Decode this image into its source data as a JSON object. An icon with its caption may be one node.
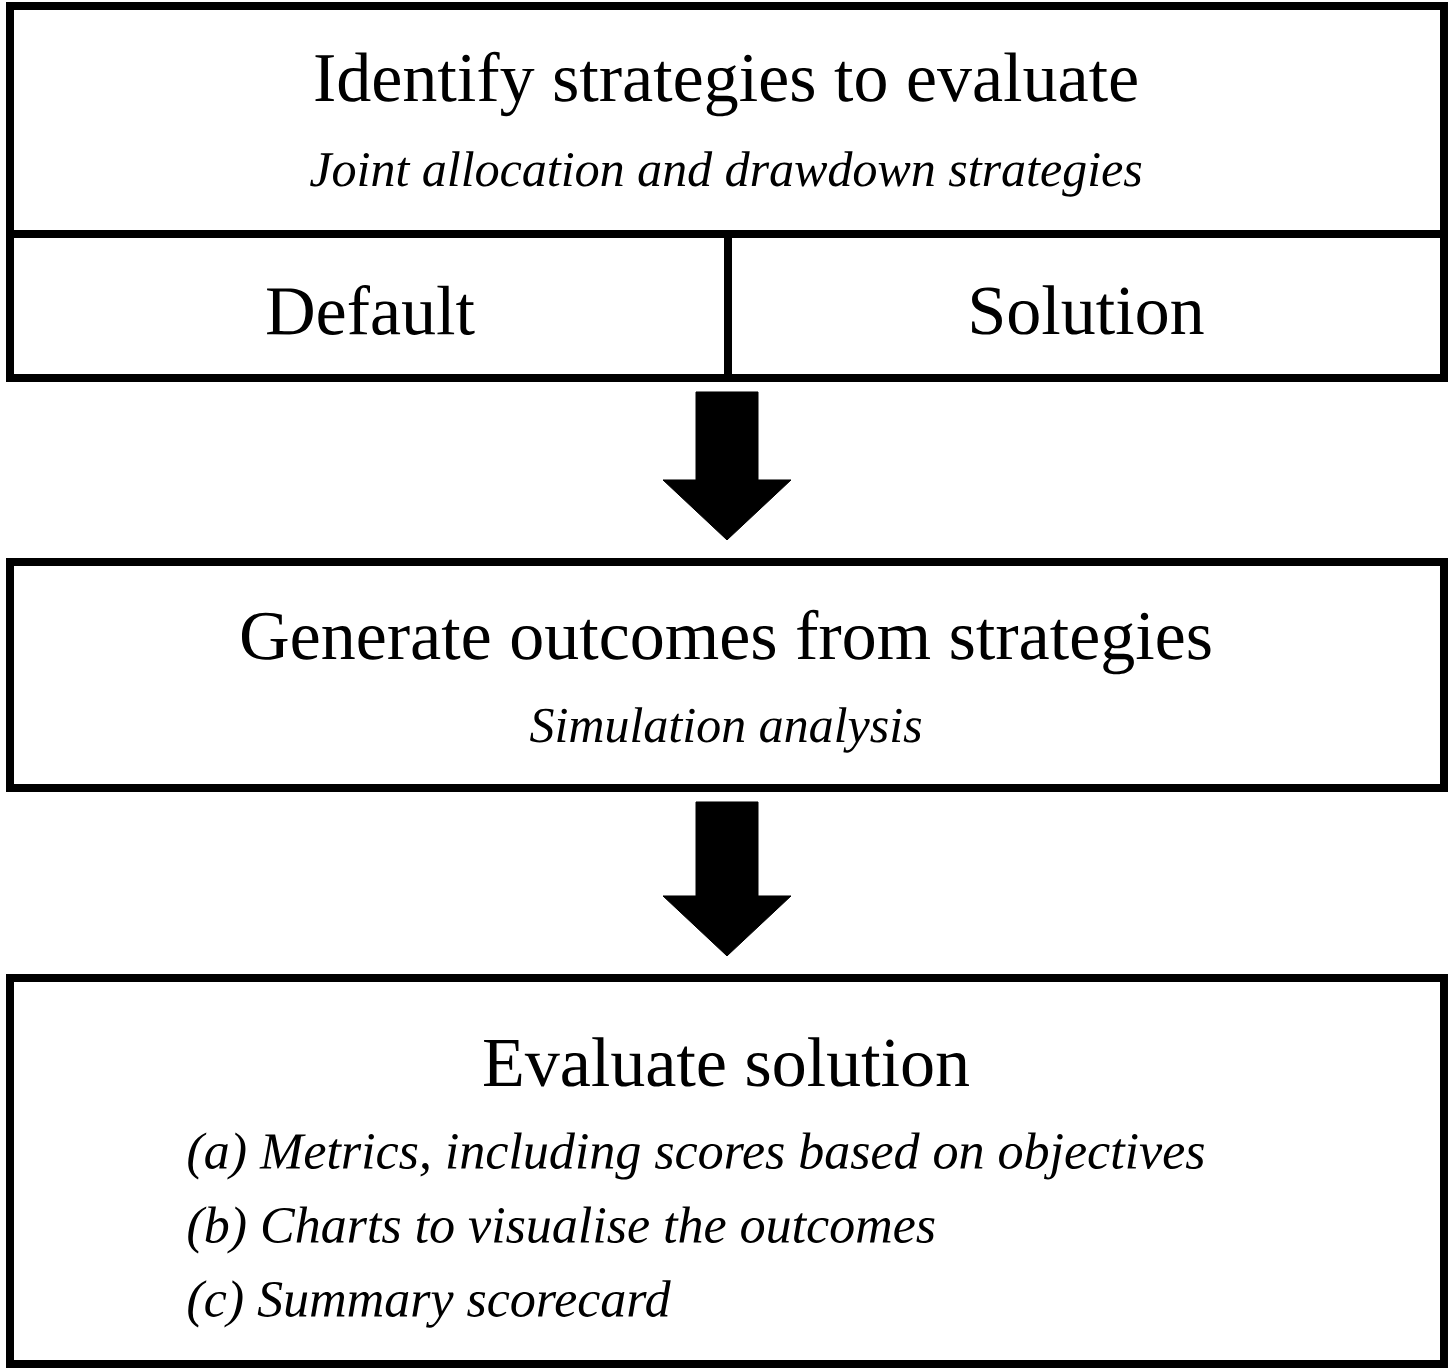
{
  "diagram": {
    "nodes": [
      {
        "text": [
          "Identify strategies to evaluate",
          "Joint allocation and drawdown strategies"
        ]
      },
      {
        "text": [
          "Default"
        ],
        "in": 0
      },
      {
        "text": [
          "Solution"
        ],
        "in": 0
      },
      {
        "text": [
          "Generate outcomes from strategies",
          "Simulation analysis"
        ]
      },
      {
        "text": [
          "Evaluate solution",
          "(a) Metrics, including scores based on objectives",
          "(b) Charts to visualise the outcomes",
          "(c) Summary scorecard"
        ]
      }
    ],
    "edges": [
      {
        "from": 0,
        "to": 3,
        "arrow": "to"
      },
      {
        "from": 3,
        "to": 4,
        "arrow": "to"
      }
    ]
  }
}
